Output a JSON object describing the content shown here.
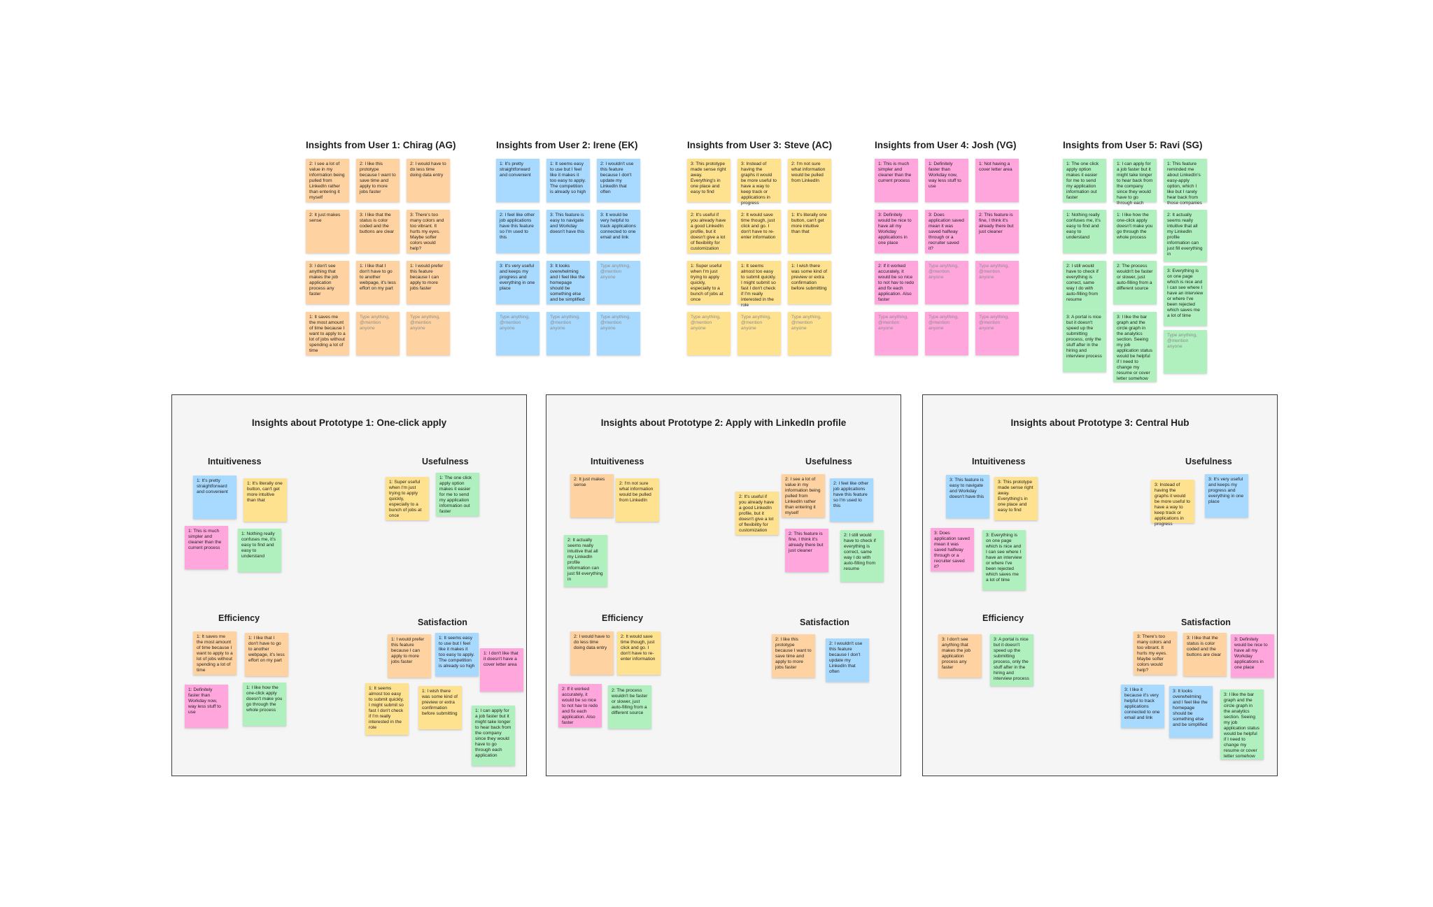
{
  "colors": {
    "orange": "#ffd3a1",
    "blue": "#a8d9ff",
    "yellow": "#ffe28f",
    "pink": "#ffa6dd",
    "green": "#b0f0bf",
    "canvas": "#ffffff",
    "section_bg": "#f5f5f5"
  },
  "placeholder": "Type anything, @mention anyone",
  "users": [
    {
      "title": "Insights from User 1: Chirag (AG)",
      "color": "orange",
      "notes": [
        "2: I see a lot of value in my information being pulled from LinkedIn rather than entering it myself",
        "2: I like this prototype because I want to save time and apply to more jobs faster",
        "2: I would have to do less time doing data entry",
        "2: It just makes sense",
        "3: I like that the status is color coded and the buttons are clear",
        "3: There's too many colors and too vibrant. It hurts my eyes. Maybe softer colors would help?",
        "3: I don't see anything that makes the job application process any faster",
        "1: I like that I don't have to go to another webpage, it's less effort on my part",
        "1: I would prefer this feature because I can apply to more jobs faster",
        "1: It saves me the most amount of time because I want to apply to a lot of jobs without spending a lot of time",
        "Type anything, @mention anyone",
        "Type anything, @mention anyone"
      ]
    },
    {
      "title": "Insights from User 2: Irene (EK)",
      "color": "blue",
      "notes": [
        "1: It's pretty straightforward and convenient",
        "1: It seems easy to use but I feel like it makes it too easy to apply. The competition is already so high",
        "2: I wouldn't use this feature because I don't update my LinkedIn that often",
        "2: I feel like other job applications have this feature so I'm used to this",
        "3: This feature is easy to navigate and Workday doesn't have this",
        "3: It would be very helpful to track applications connected to one email and link",
        "3: It's very useful and keeps my progress and everything in one place",
        "3: It looks overwhelming and I feel like the homepage should be something else and be simplified",
        "Type anything, @mention anyone",
        "Type anything, @mention anyone",
        "Type anything, @mention anyone",
        "Type anything, @mention anyone"
      ]
    },
    {
      "title": "Insights from User 3: Steve (AC)",
      "color": "yellow",
      "notes": [
        "3: This prototype made sense right away. Everything's in one place and easy to find",
        "3: Instead of having the graphs it would be more useful to have a way to keep track or applications in progress",
        "2: I'm not sure what information would be pulled from LinkedIn",
        "2: It's useful if you already have a good LinkedIn profile, but it doesn't give a lot of flexibility for customization",
        "2: It would save time though, just click and go. I don't have to re-enter information",
        "1: It's literally one button, can't get more intuitive than that",
        "1: Super useful when I'm just trying to apply quickly, especially to a bunch of jobs at once",
        "1: It seems almost too easy to submit quickly. I might submit so fast I don't check if I'm really interested in the role",
        "1: I wish there was some kind of preview or extra confirmation before submitting",
        "Type anything, @mention anyone",
        "Type anything, @mention anyone",
        "Type anything, @mention anyone"
      ]
    },
    {
      "title": "Insights from User 4: Josh (VG)",
      "color": "pink",
      "notes": [
        "1: This is much simpler and cleaner than the current process",
        "1: Definitely faster than Workday now, way less stuff to use",
        "1: Not having a cover letter area",
        "3: Definitely would be nice to have all my Workday applications in one place",
        "3: Does application saved mean it was saved halfway through or a recruiter saved it?",
        "2: This feature is fine, I think it's already there but just cleaner",
        "2: If it worked accurately, it would be so nice to not hav to redo and fix each application. Also faster",
        "Type anything, @mention anyone",
        "Type anything, @mention anyone",
        "Type anything, @mention anyone",
        "Type anything, @mention anyone",
        "Type anything, @mention anyone"
      ]
    },
    {
      "title": "Insights from User 5: Ravi (SG)",
      "color": "green",
      "notes": [
        "1: The one click apply option makes it easier for me to send my application information out faster",
        "1: I can apply for a job faster but it might take longer to hear back from the company since they would have to go through each",
        "1: This feature reminded me about LinkedIn's easy-apply option, which I like but I rarely hear back from those companies",
        "1: Nothing really confuses me, it's easy to find and easy to understand",
        "1: I like how the one-click apply doesn't make you go through the whole process",
        "2: It actually seems really intuitive that all my LinkedIn profile information can just fill everything in",
        "2: I still would have to check if everything is correct, same way I do with auto-filling from resume",
        "2: The process wouldn't be faster or slower, just auto-filling from a different source",
        "3: Everything is on one page which is nice and I can see where I have an interview or where I've been rejected which saves me a lot of time",
        "3: A portal is nice but it doesn't speed up the submitting process, only the stuff after in the hiring and interview process",
        "3: I like the bar graph and the circle graph in the analytics section. Seeing my job application status would be helpful if I need to change my resume or cover letter somehow",
        "Type anything, @mention anyone"
      ]
    }
  ],
  "prototypes": [
    {
      "title": "Insights about Prototype 1: One-click apply",
      "categories": [
        "Intuitiveness",
        "Usefulness",
        "Efficiency",
        "Satisfaction"
      ],
      "notes": [
        {
          "text": "1: It's pretty straightforward and convenient",
          "color": "blue"
        },
        {
          "text": "1: It's literally one button, can't get more intuitive than that",
          "color": "yellow"
        },
        {
          "text": "1: This is much simpler and cleaner than the current process",
          "color": "pink"
        },
        {
          "text": "1: Nothing really confuses me, it's easy to find and easy to understand",
          "color": "green"
        },
        {
          "text": "1: Super useful when I'm just trying to apply quickly, especially to a bunch of jobs at once",
          "color": "yellow"
        },
        {
          "text": "1: The one click apply option makes it easier for me to send my application information out faster",
          "color": "green"
        },
        {
          "text": "1: It saves me the most amount of time because I want to apply to a lot of jobs without spending a lot of time",
          "color": "orange"
        },
        {
          "text": "1: I like that I don't have to go to another webpage, it's less effort on my part",
          "color": "orange"
        },
        {
          "text": "1: Definitely faster than Workday now, way less stuff to use",
          "color": "pink"
        },
        {
          "text": "1: I like how the one-click apply doesn't make you go through the whole process",
          "color": "green"
        },
        {
          "text": "1: I would prefer this feature because I can apply to more jobs faster",
          "color": "orange"
        },
        {
          "text": "1: It seems easy to use but I feel like it makes it too easy to apply. The competition is already so high",
          "color": "blue"
        },
        {
          "text": "1: I don't like that it doesn't have a cover letter area",
          "color": "pink"
        },
        {
          "text": "1: It seems almost too easy to submit quickly. I might submit so fast I don't check if I'm really interested in the role",
          "color": "yellow"
        },
        {
          "text": "1: I wish there was some kind of preview or extra confirmation before submitting",
          "color": "yellow"
        },
        {
          "text": "1: I can apply for a job faster but it might take longer to hear back from the company since they would have to go through each application",
          "color": "green"
        }
      ]
    },
    {
      "title": "Insights about Prototype 2: Apply with LinkedIn profile",
      "categories": [
        "Intuitiveness",
        "Usefulness",
        "Efficiency",
        "Satisfaction"
      ],
      "notes": [
        {
          "text": "2: It just makes sense",
          "color": "orange"
        },
        {
          "text": "2: I'm not sure what information would be pulled from LinkedIn",
          "color": "yellow"
        },
        {
          "text": "2: It actually seems really intuitive that all my LinkedIn profile information can just fill everything in",
          "color": "green"
        },
        {
          "text": "2: I see a lot of value in my information being pulled from LinkedIn rather than entering it myself",
          "color": "orange"
        },
        {
          "text": "2: I feel like other job applications have this feature so I'm used to this",
          "color": "blue"
        },
        {
          "text": "2: It's useful if you already have a good LinkedIn profile, but it doesn't give a lot of flexibility for customization",
          "color": "yellow"
        },
        {
          "text": "2: This feature is fine, I think it's already there but just cleaner",
          "color": "pink"
        },
        {
          "text": "2: I still would have to check if everything is correct, same way I do with auto-filling from resume",
          "color": "green"
        },
        {
          "text": "2: I would have to do less time doing data entry",
          "color": "orange"
        },
        {
          "text": "2: It would save time though, just click and go. I don't have to re-enter information",
          "color": "yellow"
        },
        {
          "text": "2: If it worked accurately, it would be so nice to not hav to redo and fix each application. Also faster",
          "color": "pink"
        },
        {
          "text": "2: The process wouldn't be faster or slower, just auto-filling from a different source",
          "color": "green"
        },
        {
          "text": "2: I like this prototype because I want to save time and apply to more jobs faster",
          "color": "orange"
        },
        {
          "text": "2: I wouldn't use this feature because I don't update my LinkedIn that often",
          "color": "blue"
        }
      ]
    },
    {
      "title": "Insights about Prototype 3: Central Hub",
      "categories": [
        "Intuitiveness",
        "Usefulness",
        "Efficiency",
        "Satisfaction"
      ],
      "notes": [
        {
          "text": "3: This feature is easy to navigate and Workday doesn't have this",
          "color": "blue"
        },
        {
          "text": "3: This prototype made sense right away. Everything's in one place and easy to find",
          "color": "yellow"
        },
        {
          "text": "3: Does application saved mean it was saved halfway through or a recruiter saved it?",
          "color": "pink"
        },
        {
          "text": "3: Everything is on one page which is nice and I can see where I have an interview or where I've been rejected which saves me a lot of time",
          "color": "green"
        },
        {
          "text": "3: Instead of having the graphs it would be more useful to have a way to keep track or applications in progress",
          "color": "yellow"
        },
        {
          "text": "3: It's very useful and keeps my progress and everything in one place",
          "color": "blue"
        },
        {
          "text": "3: I don't see anything that makes the job application process any faster",
          "color": "orange"
        },
        {
          "text": "3: A portal is nice but it doesn't speed up the submitting process, only the stuff after in the hiring and interview process",
          "color": "green"
        },
        {
          "text": "3: There's too many colors and too vibrant. It hurts my eyes. Maybe softer colors would help?",
          "color": "orange"
        },
        {
          "text": "3: I like that the status is color coded and the buttons are clear",
          "color": "orange"
        },
        {
          "text": "3: Definitely would be nice to have all my Workday applications in one place",
          "color": "pink"
        },
        {
          "text": "3: I like it because it's very helpful to track applications connected to one email and link",
          "color": "blue"
        },
        {
          "text": "3: It looks overwhelming and I feel like the homepage should be something else and be simplified",
          "color": "blue"
        },
        {
          "text": "3: I like the bar graph and the circle graph in the analytics section. Seeing my job application status would be helpful if I need to change my resume or cover letter somehow",
          "color": "green"
        }
      ]
    }
  ]
}
